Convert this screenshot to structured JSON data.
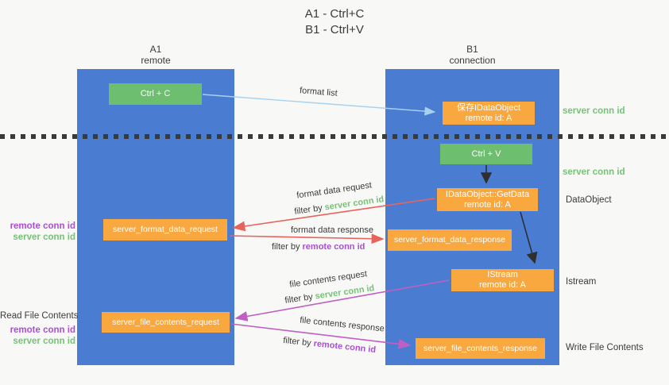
{
  "title": {
    "line1": "A1 - Ctrl+C",
    "line2": "B1 - Ctrl+V"
  },
  "lanes": {
    "left": {
      "title": "A1",
      "subtitle": "remote"
    },
    "right": {
      "title": "B1",
      "subtitle": "connection"
    }
  },
  "nodes": {
    "ctrl_c": {
      "label": "Ctrl + C"
    },
    "ctrl_v": {
      "label": "Ctrl + V"
    },
    "save_dataobject": {
      "line1": "保存IDataObject",
      "line2": "remote id: A"
    },
    "getdata": {
      "line1": "IDataObject::GetData",
      "line2": "remote id: A"
    },
    "istream": {
      "line1": "IStream",
      "line2": "remote id: A"
    },
    "format_request": {
      "label": "server_format_data_request"
    },
    "format_response": {
      "label": "server_format_data_response"
    },
    "file_request": {
      "label": "server_file_contents_request"
    },
    "file_response": {
      "label": "server_file_contents_response"
    }
  },
  "edge_labels": {
    "format_list": "format list",
    "format_data_request": "format data request",
    "format_data_request_filter_prefix": "filter by ",
    "format_data_request_filter_key": "server conn id",
    "format_data_response": "format data response",
    "format_data_response_filter_prefix": "filter by ",
    "format_data_response_filter_key": "remote conn id",
    "file_contents_request": "file contents request",
    "file_contents_request_filter_prefix": "filter by ",
    "file_contents_request_filter_key": "server conn id",
    "file_contents_response": "file contents response",
    "file_contents_response_filter_prefix": "filter by ",
    "file_contents_response_filter_key": "remote conn id"
  },
  "side_labels": {
    "left_mid": {
      "line1": "remote conn id",
      "line2": "server conn id"
    },
    "left_bottom_title": "Read File Contents",
    "left_bottom": {
      "line1": "remote conn id",
      "line2": "server conn id"
    },
    "right_top": "server conn id",
    "right_mid": "server conn id",
    "right_dataobject": "DataObject",
    "right_istream": "Istream",
    "right_write": "Write File Contents"
  },
  "colors": {
    "lane_blue": "#4a7dd2",
    "node_green": "#6dbe6f",
    "node_orange": "#f9a840",
    "green_label": "#74c376",
    "purple_label": "#ab4fd3",
    "red_arrow": "#e7635c",
    "magenta_arrow": "#bf5fc4",
    "blue_arrow": "#a9d1ed",
    "black_arrow": "#2f2f2f"
  }
}
